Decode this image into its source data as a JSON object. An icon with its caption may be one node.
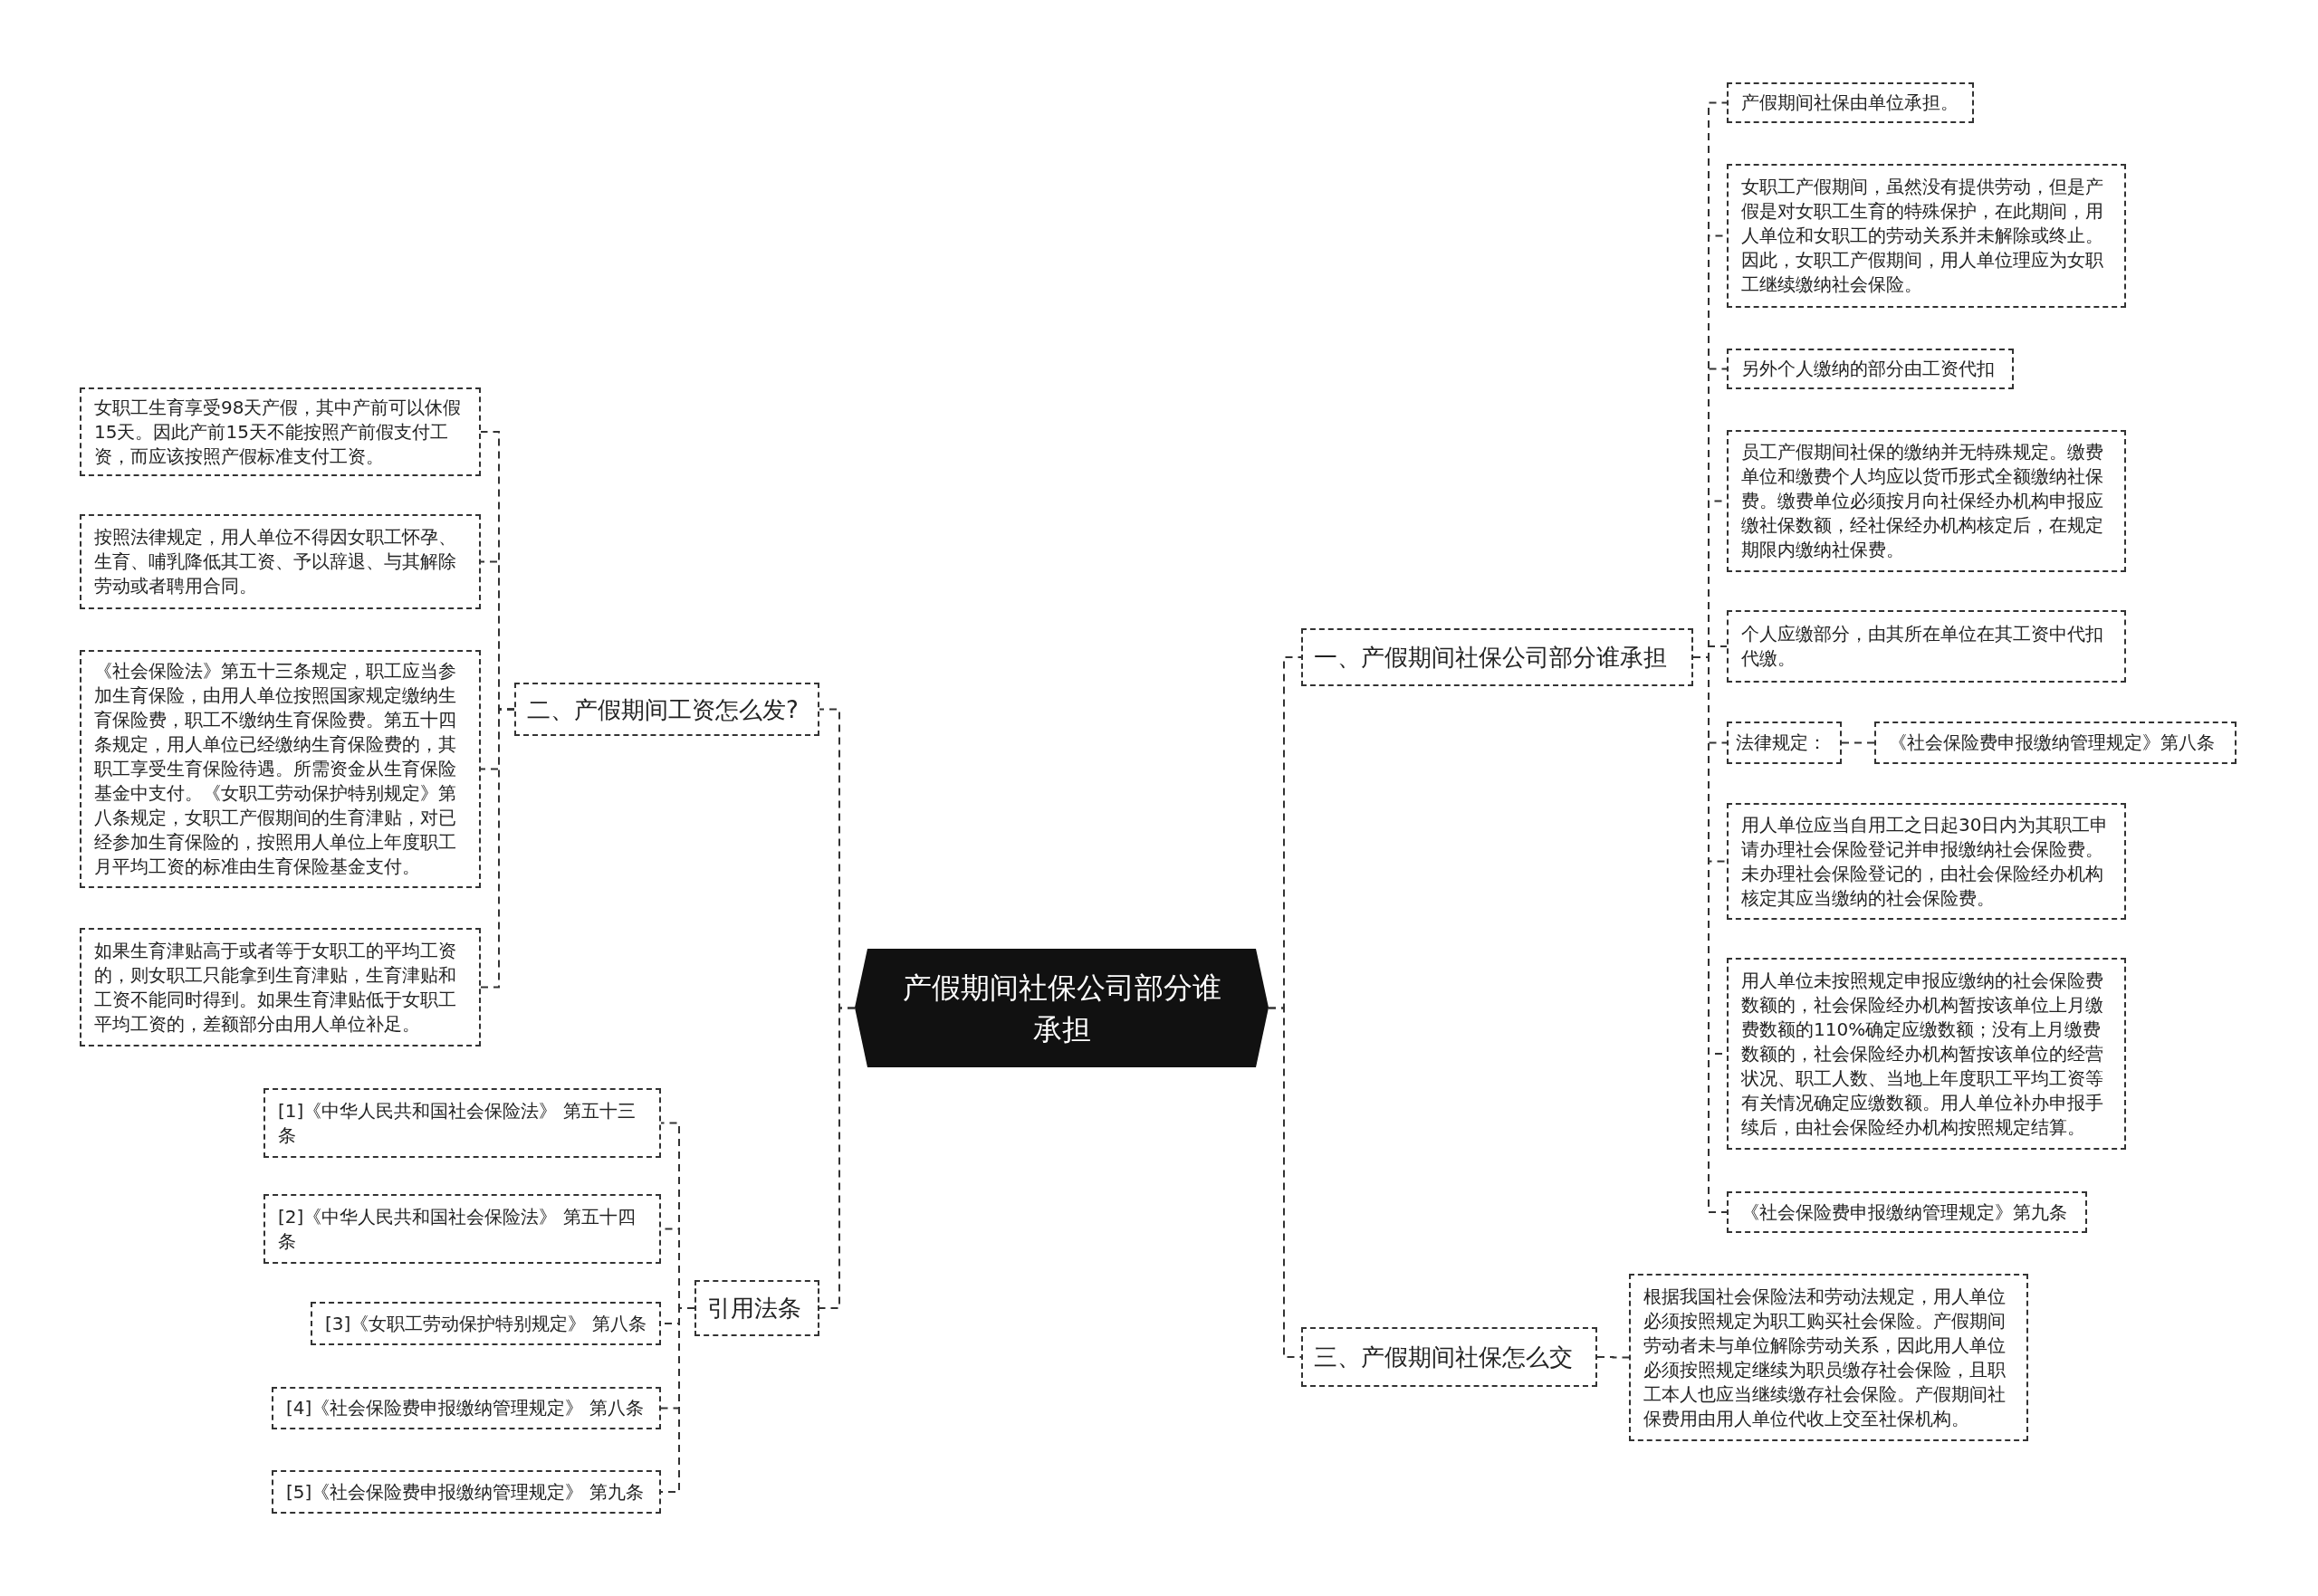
{
  "diagram": {
    "nodes": [
      {
        "text": [
          "产假期间社保公司部分谁承担"
        ]
      },
      {
        "text": [
          "一、产假期间社保公司部分谁承担"
        ]
      },
      {
        "text": [
          "二、产假期间工资怎么发?"
        ]
      },
      {
        "text": [
          "引用法条"
        ]
      },
      {
        "text": [
          "三、产假期间社保怎么交"
        ]
      },
      {
        "text": [
          "产假期间社保由单位承担。"
        ]
      },
      {
        "text": [
          "女职工产假期间，虽然没有提供劳动，但是产假是对女职工生育的特殊保护，在此期间，用人单位和女职工的劳动关系并未解除或终止。因此，女职工产假期间，用人单位理应为女职工继续缴纳社会保险。"
        ]
      },
      {
        "text": [
          "另外个人缴纳的部分由工资代扣"
        ]
      },
      {
        "text": [
          "员工产假期间社保的缴纳并无特殊规定。缴费单位和缴费个人均应以货币形式全额缴纳社保费。缴费单位必须按月向社保经办机构申报应缴社保数额，经社保经办机构核定后，在规定期限内缴纳社保费。"
        ]
      },
      {
        "text": [
          "个人应缴部分，由其所在单位在其工资中代扣代缴。"
        ]
      },
      {
        "text": [
          "法律规定："
        ]
      },
      {
        "text": [
          "《社会保险费申报缴纳管理规定》第八条"
        ]
      },
      {
        "text": [
          "用人单位应当自用工之日起30日内为其职工申请办理社会保险登记并申报缴纳社会保险费。未办理社会保险登记的，由社会保险经办机构核定其应当缴纳的社会保险费。"
        ]
      },
      {
        "text": [
          "用人单位未按照规定申报应缴纳的社会保险费数额的，社会保险经办机构暂按该单位上月缴费数额的110%确定应缴数额；没有上月缴费数额的，社会保险经办机构暂按该单位的经营状况、职工人数、当地上年度职工平均工资等有关情况确定应缴数额。用人单位补办申报手续后，由社会保险经办机构按照规定结算。"
        ]
      },
      {
        "text": [
          "《社会保险费申报缴纳管理规定》第九条"
        ]
      },
      {
        "text": [
          "女职工生育享受98天产假，其中产前可以休假15天。因此产前15天不能按照产前假支付工资，而应该按照产假标准支付工资。"
        ]
      },
      {
        "text": [
          "按照法律规定，用人单位不得因女职工怀孕、生育、哺乳降低其工资、予以辞退、与其解除劳动或者聘用合同。"
        ]
      },
      {
        "text": [
          "《社会保险法》第五十三条规定，职工应当参加生育保险，由用人单位按照国家规定缴纳生育保险费，职工不缴纳生育保险费。第五十四条规定，用人单位已经缴纳生育保险费的，其职工享受生育保险待遇。所需资金从生育保险基金中支付。《女职工劳动保护特别规定》第八条规定，女职工产假期间的生育津贴，对已经参加生育保险的，按照用人单位上年度职工月平均工资的标准由生育保险基金支付。"
        ]
      },
      {
        "text": [
          "如果生育津贴高于或者等于女职工的平均工资的，则女职工只能拿到生育津贴，生育津贴和工资不能同时得到。如果生育津贴低于女职工平均工资的，差额部分由用人单位补足。"
        ]
      },
      {
        "text": [
          "[1]《中华人民共和国社会保险法》 第五十三条"
        ]
      },
      {
        "text": [
          "[2]《中华人民共和国社会保险法》 第五十四条"
        ]
      },
      {
        "text": [
          "[3]《女职工劳动保护特别规定》 第八条"
        ]
      },
      {
        "text": [
          "[4]《社会保险费申报缴纳管理规定》 第八条"
        ]
      },
      {
        "text": [
          "[5]《社会保险费申报缴纳管理规定》 第九条"
        ]
      },
      {
        "text": [
          "根据我国社会保险法和劳动法规定，用人单位必须按照规定为职工购买社会保险。产假期间劳动者未与单位解除劳动关系，因此用人单位必须按照规定继续为职员缴存社会保险，且职工本人也应当继续缴存社会保险。产假期间社保费用由用人单位代收上交至社保机构。"
        ]
      }
    ],
    "edges": [
      {
        "from": 0,
        "to": 1,
        "arrow": "none"
      },
      {
        "from": 0,
        "to": 2,
        "arrow": "none"
      },
      {
        "from": 0,
        "to": 3,
        "arrow": "none"
      },
      {
        "from": 0,
        "to": 4,
        "arrow": "none"
      },
      {
        "from": 1,
        "to": 5,
        "arrow": "none"
      },
      {
        "from": 1,
        "to": 6,
        "arrow": "none"
      },
      {
        "from": 1,
        "to": 7,
        "arrow": "none"
      },
      {
        "from": 1,
        "to": 8,
        "arrow": "none"
      },
      {
        "from": 1,
        "to": 9,
        "arrow": "none"
      },
      {
        "from": 1,
        "to": 10,
        "arrow": "none"
      },
      {
        "from": 10,
        "to": 11,
        "arrow": "none"
      },
      {
        "from": 1,
        "to": 12,
        "arrow": "none"
      },
      {
        "from": 1,
        "to": 13,
        "arrow": "none"
      },
      {
        "from": 1,
        "to": 14,
        "arrow": "none"
      },
      {
        "from": 2,
        "to": 15,
        "arrow": "none"
      },
      {
        "from": 2,
        "to": 16,
        "arrow": "none"
      },
      {
        "from": 2,
        "to": 17,
        "arrow": "none"
      },
      {
        "from": 2,
        "to": 18,
        "arrow": "none"
      },
      {
        "from": 3,
        "to": 19,
        "arrow": "none"
      },
      {
        "from": 3,
        "to": 20,
        "arrow": "none"
      },
      {
        "from": 3,
        "to": 21,
        "arrow": "none"
      },
      {
        "from": 3,
        "to": 22,
        "arrow": "none"
      },
      {
        "from": 3,
        "to": 23,
        "arrow": "none"
      },
      {
        "from": 4,
        "to": 24,
        "arrow": "none"
      }
    ]
  }
}
